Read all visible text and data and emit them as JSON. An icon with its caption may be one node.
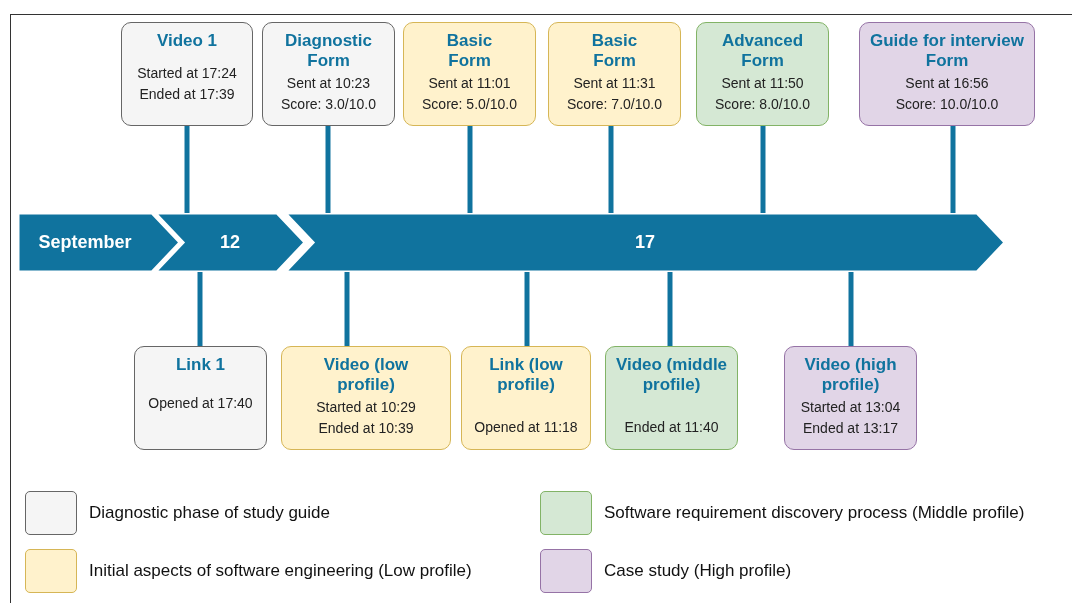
{
  "diagram": {
    "nodes": [
      {
        "text": [
          "September"
        ]
      },
      {
        "text": [
          "12"
        ]
      },
      {
        "text": [
          "17"
        ]
      },
      {
        "text": [
          "Video 1",
          "Started at 17:24",
          "Ended at 17:39"
        ]
      },
      {
        "text": [
          "Diagnostic Form",
          "Sent at 10:23",
          "Score: 3.0/10.0"
        ]
      },
      {
        "text": [
          "Basic Form",
          "Sent at 11:01",
          "Score: 5.0/10.0"
        ]
      },
      {
        "text": [
          "Basic Form",
          "Sent at 11:31",
          "Score: 7.0/10.0"
        ]
      },
      {
        "text": [
          "Advanced Form",
          "Sent at 11:50",
          "Score: 8.0/10.0"
        ]
      },
      {
        "text": [
          "Guide for interview Form",
          "Sent at 16:56",
          "Score: 10.0/10.0"
        ]
      },
      {
        "text": [
          "Link 1",
          "Opened at 17:40"
        ]
      },
      {
        "text": [
          "Video (low profile)",
          "Started at 10:29",
          "Ended at 10:39"
        ]
      },
      {
        "text": [
          "Link (low profile)",
          "Opened at 11:18"
        ]
      },
      {
        "text": [
          "Video (middle profile)",
          "Ended at 11:40"
        ]
      },
      {
        "text": [
          "Video (high profile)",
          "Started at 13:04",
          "Ended at 13:17"
        ]
      }
    ],
    "edges": [
      {
        "from": 3,
        "to": 1,
        "arrow": "none"
      },
      {
        "from": 4,
        "to": 2,
        "arrow": "none"
      },
      {
        "from": 5,
        "to": 2,
        "arrow": "none"
      },
      {
        "from": 6,
        "to": 2,
        "arrow": "none"
      },
      {
        "from": 7,
        "to": 2,
        "arrow": "none"
      },
      {
        "from": 8,
        "to": 2,
        "arrow": "none"
      },
      {
        "from": 9,
        "to": 1,
        "arrow": "none"
      },
      {
        "from": 10,
        "to": 2,
        "arrow": "none"
      },
      {
        "from": 11,
        "to": 2,
        "arrow": "none"
      },
      {
        "from": 12,
        "to": 2,
        "arrow": "none"
      },
      {
        "from": 13,
        "to": 2,
        "arrow": "none"
      }
    ],
    "legend": [
      {
        "text": "Diagnostic phase of study guide",
        "color": "#f5f5f5"
      },
      {
        "text": "Software requirement discovery process (Middle profile)",
        "color": "#d5e8d4"
      },
      {
        "text": "Initial aspects of software engineering (Low profile)",
        "color": "#fff2cc"
      },
      {
        "text": "Case study (High profile)",
        "color": "#e1d5e7"
      }
    ]
  }
}
